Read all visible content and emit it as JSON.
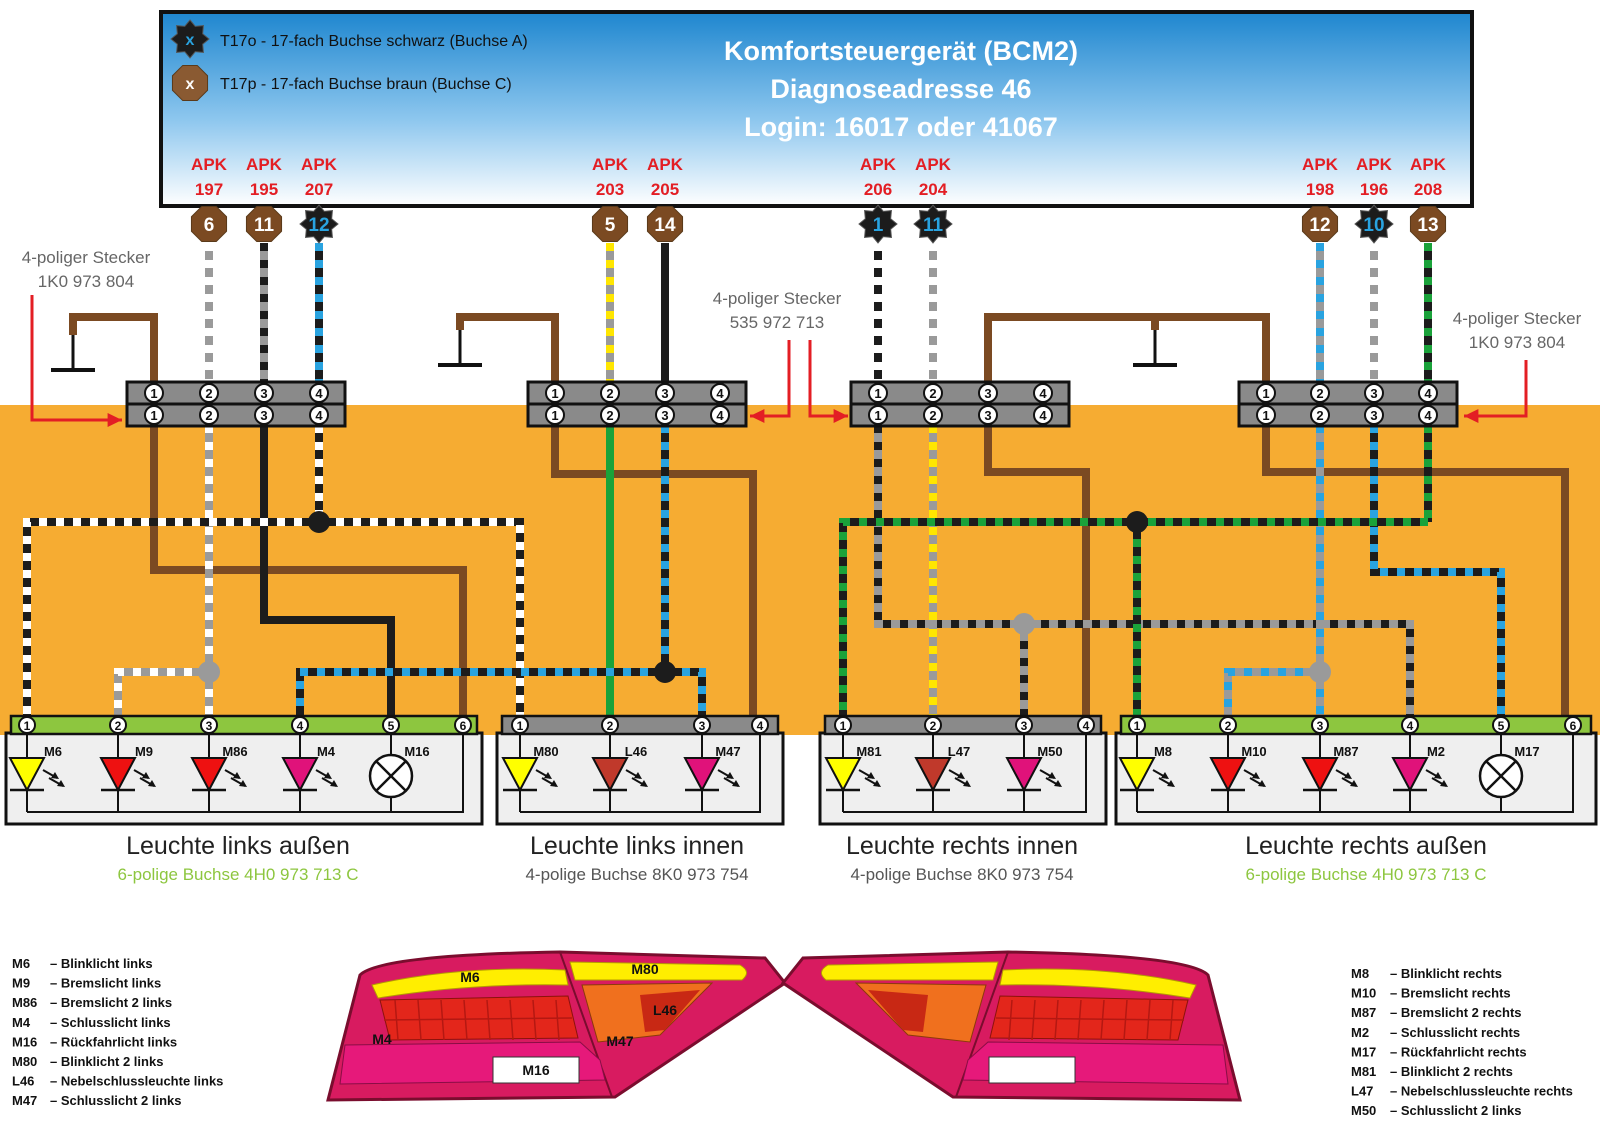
{
  "bcm": {
    "title_lines": [
      "Komfortsteuergerät (BCM2)",
      "Diagnoseadresse 46",
      "Login: 16017 oder 41067"
    ],
    "legend": [
      {
        "symbol": "x",
        "label": "T17o - 17-fach Buchse schwarz (Buchse A)",
        "color": "#1c1c1c"
      },
      {
        "symbol": "x",
        "label": "T17p - 17-fach Buchse braun (Buchse C)",
        "color": "#8a5a32"
      }
    ]
  },
  "bcm_pins": [
    {
      "apk": "APK",
      "num": "197",
      "pin": "6",
      "type": "brown"
    },
    {
      "apk": "APK",
      "num": "195",
      "pin": "11",
      "type": "brown"
    },
    {
      "apk": "APK",
      "num": "207",
      "pin": "12",
      "type": "black"
    },
    {
      "apk": "APK",
      "num": "203",
      "pin": "5",
      "type": "brown"
    },
    {
      "apk": "APK",
      "num": "205",
      "pin": "14",
      "type": "brown"
    },
    {
      "apk": "APK",
      "num": "206",
      "pin": "1",
      "type": "black"
    },
    {
      "apk": "APK",
      "num": "204",
      "pin": "11",
      "type": "black"
    },
    {
      "apk": "APK",
      "num": "198",
      "pin": "12",
      "type": "brown"
    },
    {
      "apk": "APK",
      "num": "196",
      "pin": "10",
      "type": "black"
    },
    {
      "apk": "APK",
      "num": "208",
      "pin": "13",
      "type": "brown"
    }
  ],
  "connector_labels": [
    {
      "lines": [
        "4-poliger Stecker",
        "1K0 973 804"
      ]
    },
    {
      "lines": [
        "4-poliger Stecker",
        "535 972 713"
      ]
    },
    {
      "lines": [
        "4-poliger Stecker",
        "1K0 973 804"
      ]
    }
  ],
  "connector_pins": [
    "1",
    "2",
    "3",
    "4"
  ],
  "lamps": [
    {
      "name": "Leuchte links außen",
      "socket": "6-polige Buchse 4H0 973 713 C",
      "socket_color": "#8dc63f",
      "strip_color": "#8dc63f",
      "pins": [
        "1",
        "2",
        "3",
        "4",
        "5",
        "6"
      ],
      "components": [
        {
          "label": "M6",
          "kind": "led",
          "color": "#ffff00"
        },
        {
          "label": "M9",
          "kind": "led",
          "color": "#ee1111"
        },
        {
          "label": "M86",
          "kind": "led",
          "color": "#ee1111"
        },
        {
          "label": "M4",
          "kind": "led",
          "color": "#e0127a"
        },
        {
          "label": "M16",
          "kind": "bulb",
          "color": "#ffffff"
        }
      ]
    },
    {
      "name": "Leuchte links innen",
      "socket": "4-polige Buchse 8K0 973 754",
      "socket_color": "#555555",
      "strip_color": "#8a8a8a",
      "pins": [
        "1",
        "2",
        "3",
        "4"
      ],
      "components": [
        {
          "label": "M80",
          "kind": "led",
          "color": "#ffff00"
        },
        {
          "label": "L46",
          "kind": "led",
          "color": "#c0392b"
        },
        {
          "label": "M47",
          "kind": "led",
          "color": "#e0127a"
        }
      ]
    },
    {
      "name": "Leuchte rechts innen",
      "socket": "4-polige Buchse 8K0 973 754",
      "socket_color": "#555555",
      "strip_color": "#8a8a8a",
      "pins": [
        "1",
        "2",
        "3",
        "4"
      ],
      "components": [
        {
          "label": "M81",
          "kind": "led",
          "color": "#ffff00"
        },
        {
          "label": "L47",
          "kind": "led",
          "color": "#c0392b"
        },
        {
          "label": "M50",
          "kind": "led",
          "color": "#e0127a"
        }
      ]
    },
    {
      "name": "Leuchte rechts außen",
      "socket": "6-polige Buchse 4H0 973 713 C",
      "socket_color": "#8dc63f",
      "strip_color": "#8dc63f",
      "pins": [
        "1",
        "2",
        "3",
        "4",
        "5",
        "6"
      ],
      "components": [
        {
          "label": "M8",
          "kind": "led",
          "color": "#ffff00"
        },
        {
          "label": "M10",
          "kind": "led",
          "color": "#ee1111"
        },
        {
          "label": "M87",
          "kind": "led",
          "color": "#ee1111"
        },
        {
          "label": "M2",
          "kind": "led",
          "color": "#e0127a"
        },
        {
          "label": "M17",
          "kind": "bulb",
          "color": "#ffffff"
        }
      ]
    }
  ],
  "legend_left": [
    {
      "code": "M6",
      "desc": "– Blinklicht links"
    },
    {
      "code": "M9",
      "desc": "– Bremslicht links"
    },
    {
      "code": "M86",
      "desc": "– Bremslicht 2 links"
    },
    {
      "code": "M4",
      "desc": "– Schlusslicht links"
    },
    {
      "code": "M16",
      "desc": "– Rückfahrlicht links"
    },
    {
      "code": "M80",
      "desc": "– Blinklicht 2 links"
    },
    {
      "code": "L46",
      "desc": "– Nebelschlussleuchte links"
    },
    {
      "code": "M47",
      "desc": "– Schlusslicht 2 links"
    }
  ],
  "legend_right": [
    {
      "code": "M8",
      "desc": "– Blinklicht rechts"
    },
    {
      "code": "M10",
      "desc": "– Bremslicht rechts"
    },
    {
      "code": "M87",
      "desc": "– Bremslicht 2 rechts"
    },
    {
      "code": "M2",
      "desc": "– Schlusslicht rechts"
    },
    {
      "code": "M17",
      "desc": "– Rückfahrlicht rechts"
    },
    {
      "code": "M81",
      "desc": "– Blinklicht 2 rechts"
    },
    {
      "code": "L47",
      "desc": "– Nebelschlussleuchte rechts"
    },
    {
      "code": "M50",
      "desc": "– Schlusslicht 2 links"
    }
  ],
  "tail_labels": {
    "m6": "M6",
    "m80": "M80",
    "m4": "M4",
    "m47": "M47",
    "l46": "L46",
    "m16": "M16"
  },
  "colors": {
    "background_band": "#f6ac32",
    "apk_red": "#e31e24",
    "pin_blue": "#29a3e0",
    "brown": "#7b4a22",
    "green": "#1aa23a",
    "yellow": "#ffe600",
    "grey": "#9a9a9a",
    "black": "#1c1c1c"
  }
}
